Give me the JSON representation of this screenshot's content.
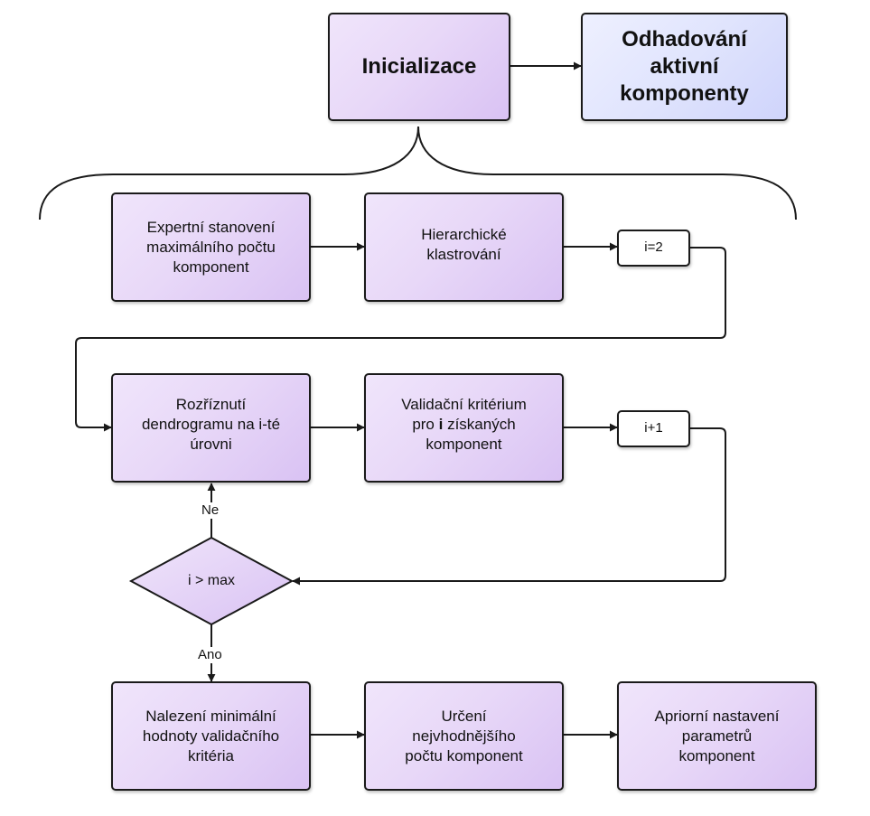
{
  "nodes": {
    "init": "Inicializace",
    "estimate": "Odhadování\naktivní\nkomponenty",
    "expert": "Expertní stanovení\nmaximálního počtu\nkomponent",
    "hierarchical": "Hierarchické\nklastrování",
    "i2": "i=2",
    "cut": "Rozříznutí\ndendrogramu na i-té\núrovni",
    "validation_line1": "Validační kritérium",
    "validation_pre": "pro ",
    "validation_bold": "i",
    "validation_post": " získaných",
    "validation_line3": "komponent",
    "iplus": "i+1",
    "decision": "i > max",
    "find_min": "Nalezení minimální\nhodnoty validačního\nkritéria",
    "determine": "Určení\nnejvhodnějšího\npočtu komponent",
    "apriori": "Apriorní nastavení\nparametrů\nkomponent"
  },
  "edges": {
    "no": "Ne",
    "yes": "Ano"
  },
  "colors": {
    "node_fill": "#e8d8f8",
    "highlight_fill": "#e0e4fd",
    "stroke": "#1a1a1a"
  }
}
